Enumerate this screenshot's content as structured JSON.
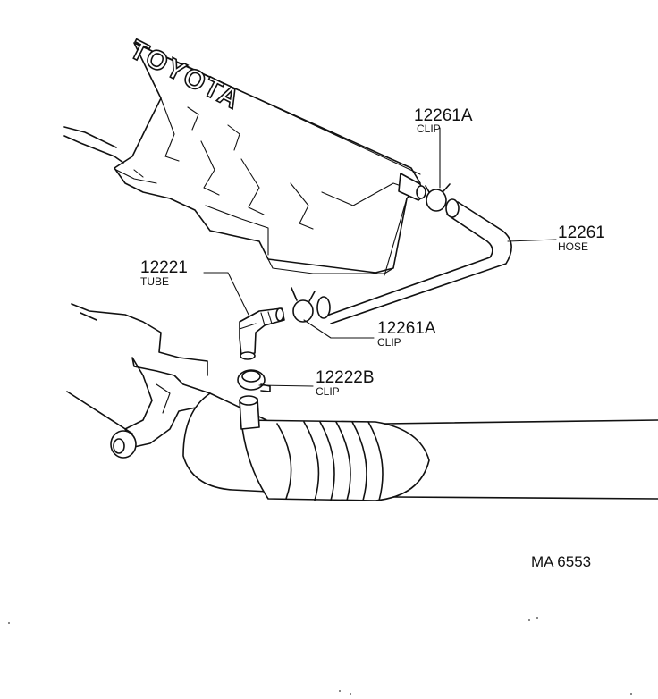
{
  "diagram": {
    "brand_text": "TOYOTA",
    "figure_code": "MA 6553",
    "callouts": [
      {
        "part_no": "12261A",
        "name": "CLIP"
      },
      {
        "part_no": "12261",
        "name": "HOSE"
      },
      {
        "part_no": "12221",
        "name": "TUBE"
      },
      {
        "part_no": "12261A",
        "name": "CLIP"
      },
      {
        "part_no": "12222B",
        "name": "CLIP"
      }
    ]
  }
}
